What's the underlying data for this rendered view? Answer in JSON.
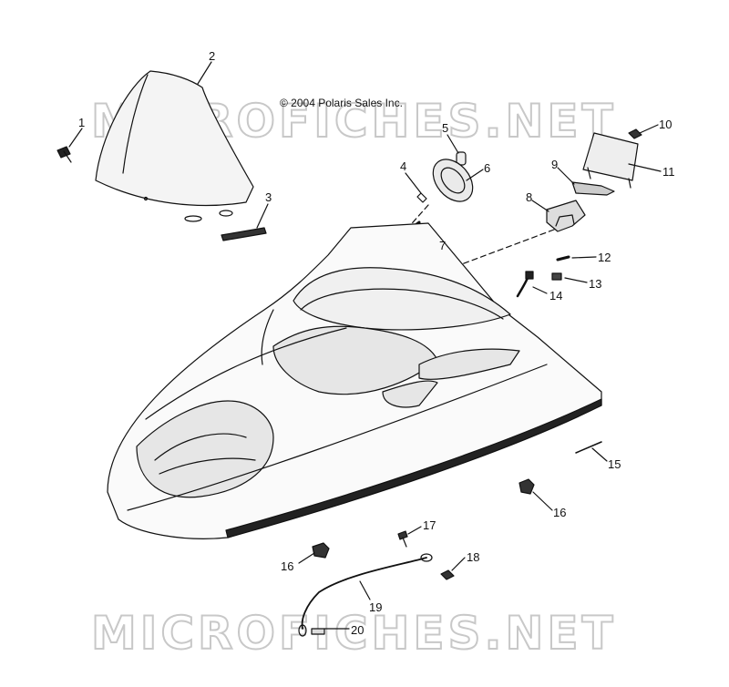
{
  "copyright": "© 2004 Polaris Sales Inc.",
  "watermark": "MICROFICHES.NET",
  "colors": {
    "line": "#111111",
    "watermark_fill": "#ffffff",
    "watermark_stroke": "#c8c8c8",
    "shade": "#e6e6e6"
  },
  "callouts": [
    {
      "id": "callout-1",
      "label": "1"
    },
    {
      "id": "callout-2",
      "label": "2"
    },
    {
      "id": "callout-3",
      "label": "3"
    },
    {
      "id": "callout-4",
      "label": "4"
    },
    {
      "id": "callout-5",
      "label": "5"
    },
    {
      "id": "callout-6",
      "label": "6"
    },
    {
      "id": "callout-7",
      "label": "7"
    },
    {
      "id": "callout-8",
      "label": "8"
    },
    {
      "id": "callout-9",
      "label": "9"
    },
    {
      "id": "callout-10",
      "label": "10"
    },
    {
      "id": "callout-11",
      "label": "11"
    },
    {
      "id": "callout-12",
      "label": "12"
    },
    {
      "id": "callout-13",
      "label": "13"
    },
    {
      "id": "callout-14",
      "label": "14"
    },
    {
      "id": "callout-15",
      "label": "15"
    },
    {
      "id": "callout-16a",
      "label": "16"
    },
    {
      "id": "callout-16b",
      "label": "16"
    },
    {
      "id": "callout-17",
      "label": "17"
    },
    {
      "id": "callout-18",
      "label": "18"
    },
    {
      "id": "callout-19",
      "label": "19"
    },
    {
      "id": "callout-20",
      "label": "20"
    }
  ]
}
